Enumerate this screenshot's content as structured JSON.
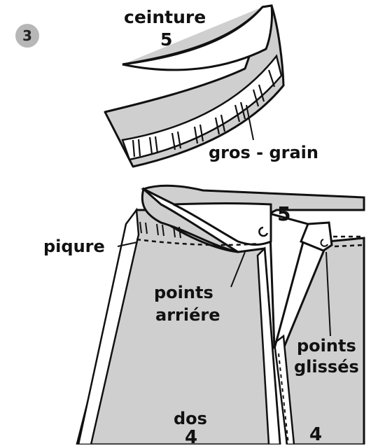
{
  "step": "3",
  "labels": {
    "ceinture": "ceinture",
    "ceinture_num": "5",
    "gros_grain": "gros - grain",
    "top_num": "5",
    "piqure": "piqure",
    "points_arriere_1": "points",
    "points_arriere_2": "arriére",
    "points_glisses_1": "points",
    "points_glisses_2": "glissés",
    "dos": "dos",
    "dos_num": "4",
    "right_num": "4"
  },
  "colors": {
    "fabric": "#cfcfcf",
    "line": "#111111",
    "background": "#ffffff",
    "badge": "#b7b7b7"
  }
}
